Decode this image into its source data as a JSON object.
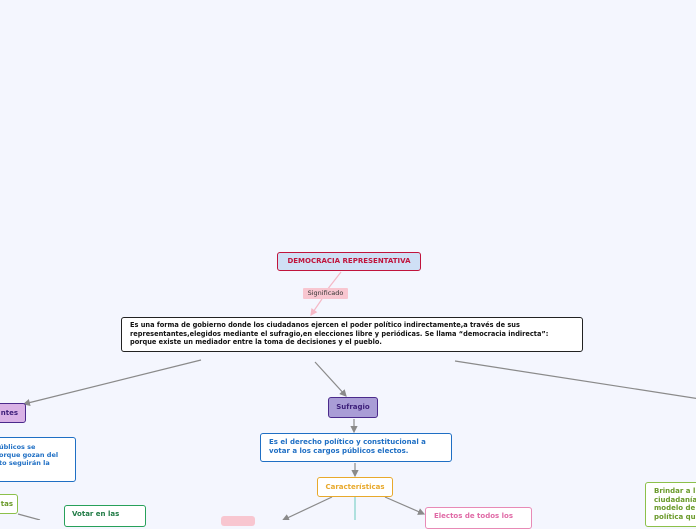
{
  "nodes": {
    "root": "DEMOCRACIA REPRESENTATIVA",
    "relation_label": "Significado",
    "definition": [
      "Es una forma de gobierno donde los ciudadanos ejercen el poder político indirectamente,a través de sus",
      "representantes,elegidos mediante el sufragio,en elecciones libre y periódicas. Se llama “democracia indirecta”:",
      "porque existe un mediador entre la toma de decisiones y el pueblo."
    ],
    "sufragio": "Sufragio",
    "representantes": "ntes",
    "sufragio_definition": [
      "Es el derecho político y constitucional a",
      "votar a los cargos públicos electos."
    ],
    "representantes_definition": [
      "úblicos se",
      "orque gozan del",
      "to seguirán la"
    ],
    "caracteristicas": "Características",
    "electos": "Electos de todos los",
    "votar": "Votar en las",
    "ltas": "tas",
    "brindar": [
      "Brindar a l",
      "ciudadanía",
      "modelo de",
      "política qu"
    ]
  },
  "colors": {
    "root_border": "#c0143c",
    "purple_node": "#a99dd6",
    "blue_text": "#1f6fc4",
    "orange": "#e8a92c",
    "pink": "#e06aa6",
    "green": "#27a05a",
    "lime": "#8cc04a"
  }
}
